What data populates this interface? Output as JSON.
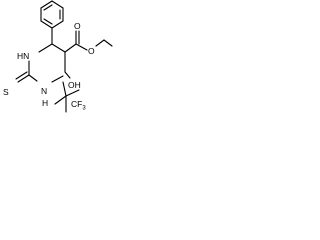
{
  "molecule": {
    "atoms": {
      "ring_nh_left": "HN",
      "thione_s": "S",
      "ring_nh_bottom": "N",
      "ring_nh_bottom_h": "H",
      "hydroxyl": "OH",
      "trifluoromethyl": "CF",
      "trifluoromethyl_subscript": "3",
      "ester_carbonyl_o": "O",
      "ester_ether_o": "O"
    }
  }
}
